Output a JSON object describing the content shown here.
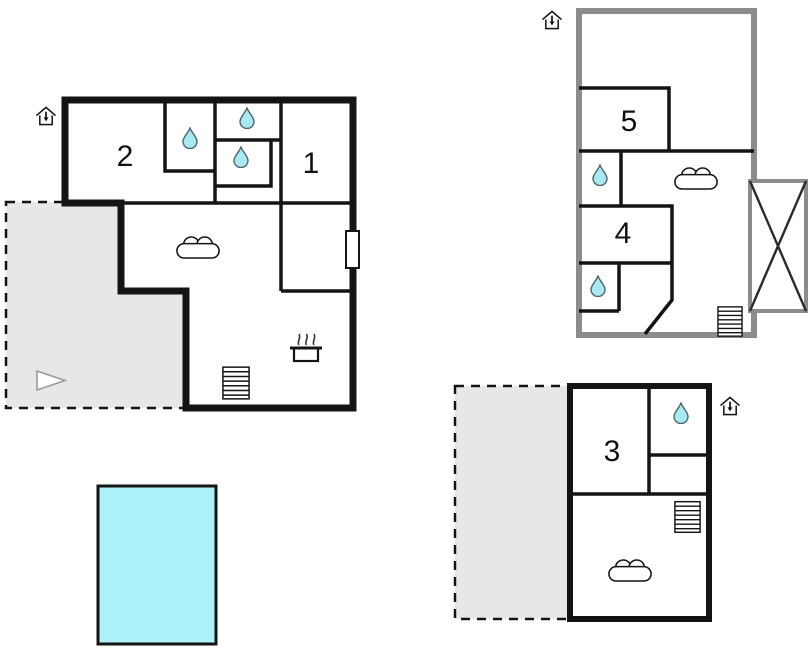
{
  "colors": {
    "wall_dark": "#141414",
    "wall_gray": "#8c8c8c",
    "terrace_fill": "#e7e7e7",
    "pool_fill": "#adf2f8",
    "drop_fill": "#a9e9f4",
    "drop_stroke": "#4f646b",
    "label_color": "#111111",
    "background": "#ffffff"
  },
  "rooms": {
    "room1": {
      "label": "1"
    },
    "room2": {
      "label": "2"
    },
    "room3": {
      "label": "3"
    },
    "room4": {
      "label": "4"
    },
    "room5": {
      "label": "5"
    }
  },
  "icons": {
    "water_drop": "teardrop-shape (bathroom)",
    "sofa": "top-view-sofa",
    "stairs": "striped-rectangle",
    "entrance": "house-with-down-arrow",
    "stove": "pot-with-steam",
    "terrace_cross": "x-marked-area",
    "play_triangle": "right-pointing-triangle",
    "window": "white-rect-on-wall",
    "pool": "cyan-rectangle"
  }
}
